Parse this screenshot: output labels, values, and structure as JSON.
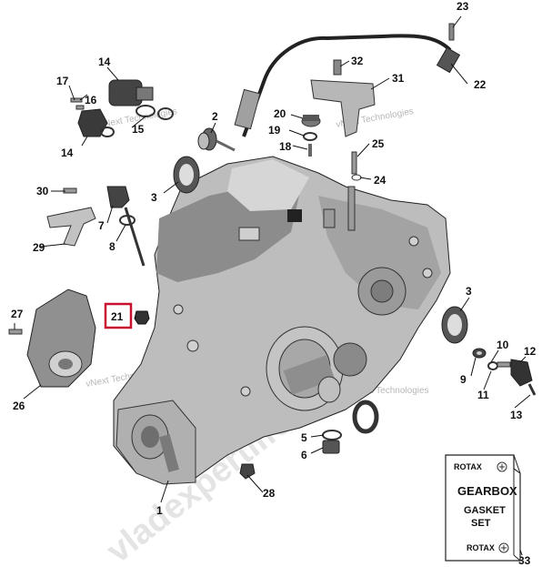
{
  "watermark": {
    "main": "vladexpertlife.ru",
    "small": [
      "vNext Technologies",
      "vNext Technologies",
      "vNext Technologies",
      "vNext Technologies"
    ]
  },
  "callouts": [
    "1",
    "2",
    "3",
    "3",
    "5",
    "6",
    "7",
    "8",
    "9",
    "10",
    "11",
    "12",
    "13",
    "14",
    "14",
    "15",
    "16",
    "17",
    "18",
    "19",
    "20",
    "21",
    "22",
    "23",
    "24",
    "25",
    "26",
    "27",
    "28",
    "29",
    "30",
    "31",
    "32",
    "33"
  ],
  "highlight_color": "#c8102e",
  "kit": {
    "brand": "ROTAX",
    "line1": "GEARBOX",
    "line2": "GASKET",
    "line3": "SET",
    "brand_bottom": "ROTAX"
  }
}
